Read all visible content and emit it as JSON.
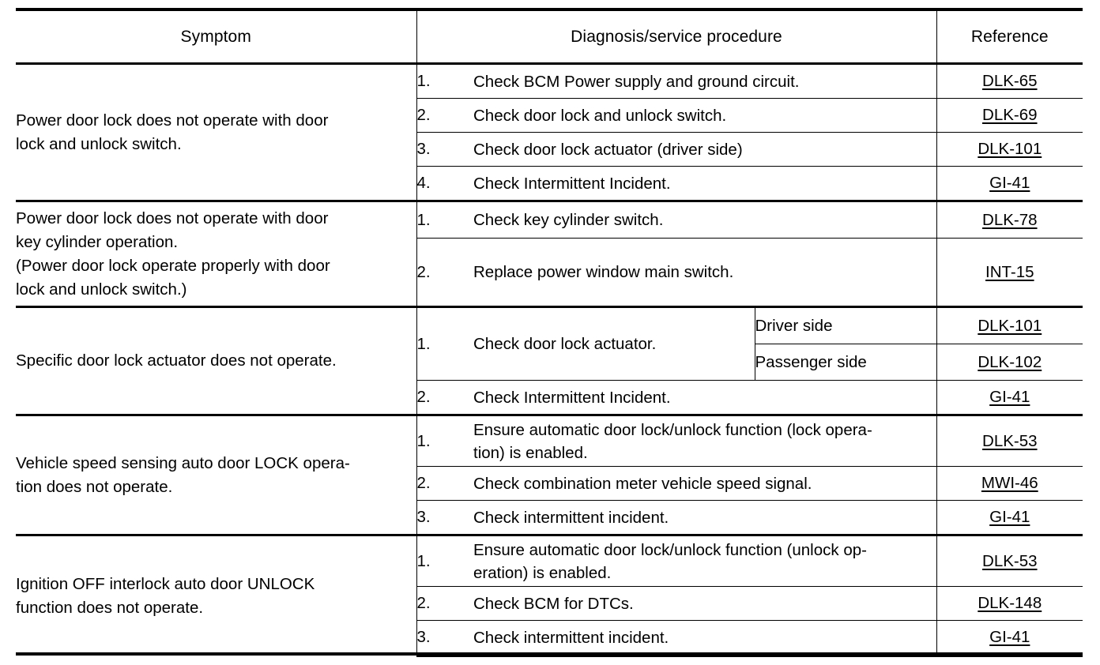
{
  "table": {
    "headers": {
      "symptom": "Symptom",
      "procedure": "Diagnosis/service procedure",
      "reference": "Reference"
    },
    "groups": [
      {
        "symptom_lines": [
          "Power door lock does not operate with door",
          "lock and unlock switch."
        ],
        "steps": [
          {
            "num": "1.",
            "text_lines": [
              "Check BCM Power supply and ground circuit."
            ],
            "reference": "DLK-65"
          },
          {
            "num": "2.",
            "text_lines": [
              "Check door lock and unlock switch."
            ],
            "reference": "DLK-69"
          },
          {
            "num": "3.",
            "text_lines": [
              "Check door lock actuator (driver side)"
            ],
            "reference": "DLK-101"
          },
          {
            "num": "4.",
            "text_lines": [
              "Check Intermittent Incident."
            ],
            "reference": "GI-41"
          }
        ]
      },
      {
        "symptom_lines": [
          "Power door lock does not operate with door",
          "key cylinder operation.",
          "(Power door lock operate properly with door",
          "lock and unlock switch.)"
        ],
        "steps": [
          {
            "num": "1.",
            "text_lines": [
              "Check key cylinder switch."
            ],
            "reference": "DLK-78"
          },
          {
            "num": "2.",
            "text_lines": [
              "Replace power window main switch."
            ],
            "reference": "INT-15"
          }
        ]
      },
      {
        "symptom_lines": [
          "Specific door lock actuator does not operate."
        ],
        "steps": [
          {
            "num": "1.",
            "text_lines": [
              "Check door lock actuator."
            ],
            "sides": [
              {
                "label": "Driver side",
                "reference": "DLK-101"
              },
              {
                "label": "Passenger side",
                "reference": "DLK-102"
              }
            ]
          },
          {
            "num": "2.",
            "text_lines": [
              "Check Intermittent Incident."
            ],
            "reference": "GI-41"
          }
        ]
      },
      {
        "symptom_lines": [
          "Vehicle speed sensing auto door LOCK opera-",
          "tion does not operate."
        ],
        "steps": [
          {
            "num": "1.",
            "text_lines": [
              "Ensure automatic door lock/unlock function (lock opera-",
              "tion) is enabled."
            ],
            "reference": "DLK-53"
          },
          {
            "num": "2.",
            "text_lines": [
              "Check combination meter vehicle speed signal."
            ],
            "reference": "MWI-46"
          },
          {
            "num": "3.",
            "text_lines": [
              "Check intermittent incident."
            ],
            "reference": "GI-41"
          }
        ]
      },
      {
        "symptom_lines": [
          "Ignition OFF interlock auto door UNLOCK",
          "function does not operate."
        ],
        "steps": [
          {
            "num": "1.",
            "text_lines": [
              "Ensure automatic door lock/unlock function (unlock op-",
              "eration) is enabled."
            ],
            "reference": "DLK-53"
          },
          {
            "num": "2.",
            "text_lines": [
              "Check BCM for DTCs."
            ],
            "reference": "DLK-148"
          },
          {
            "num": "3.",
            "text_lines": [
              "Check intermittent incident."
            ],
            "reference": "GI-41"
          }
        ]
      }
    ]
  }
}
